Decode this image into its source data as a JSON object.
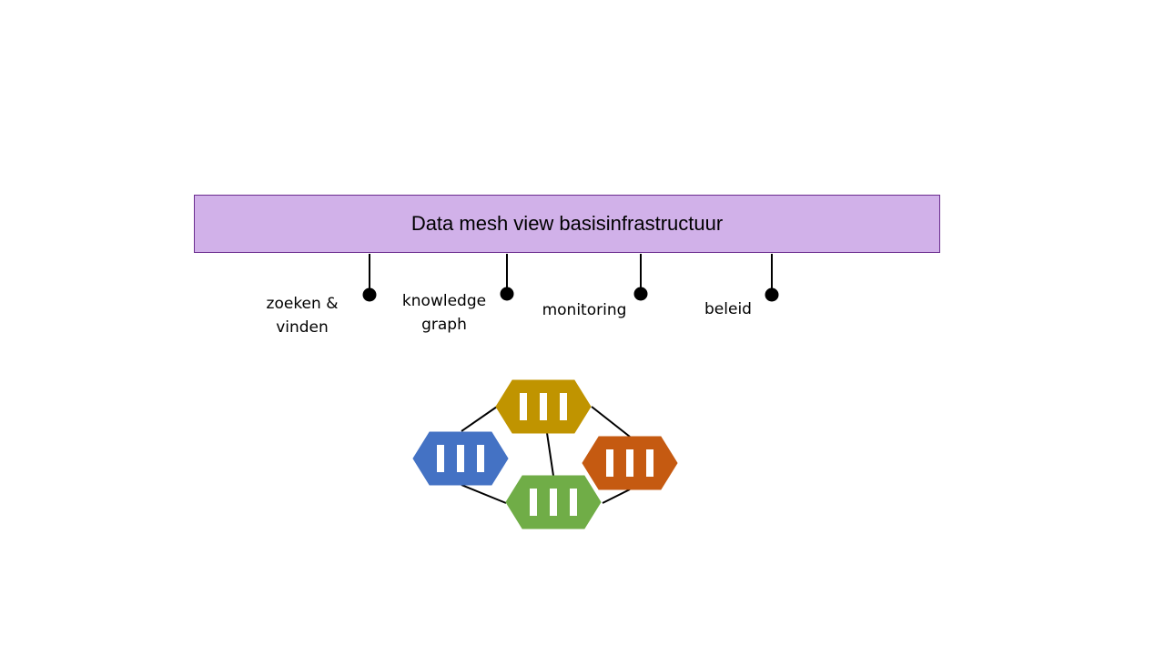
{
  "banner": {
    "title": "Data mesh view basisinfrastructuur",
    "fill_color": "#d1b1e9",
    "border_color": "#6b2c8f"
  },
  "services": [
    {
      "label": "zoeken &\nvinden"
    },
    {
      "label": "knowledge\ngraph"
    },
    {
      "label": "monitoring"
    },
    {
      "label": "beleid"
    }
  ],
  "mesh": {
    "nodes": [
      {
        "id": "yellow",
        "color": "#c09400"
      },
      {
        "id": "blue",
        "color": "#4472c4"
      },
      {
        "id": "orange",
        "color": "#c55a11"
      },
      {
        "id": "green",
        "color": "#70ad47"
      }
    ]
  }
}
